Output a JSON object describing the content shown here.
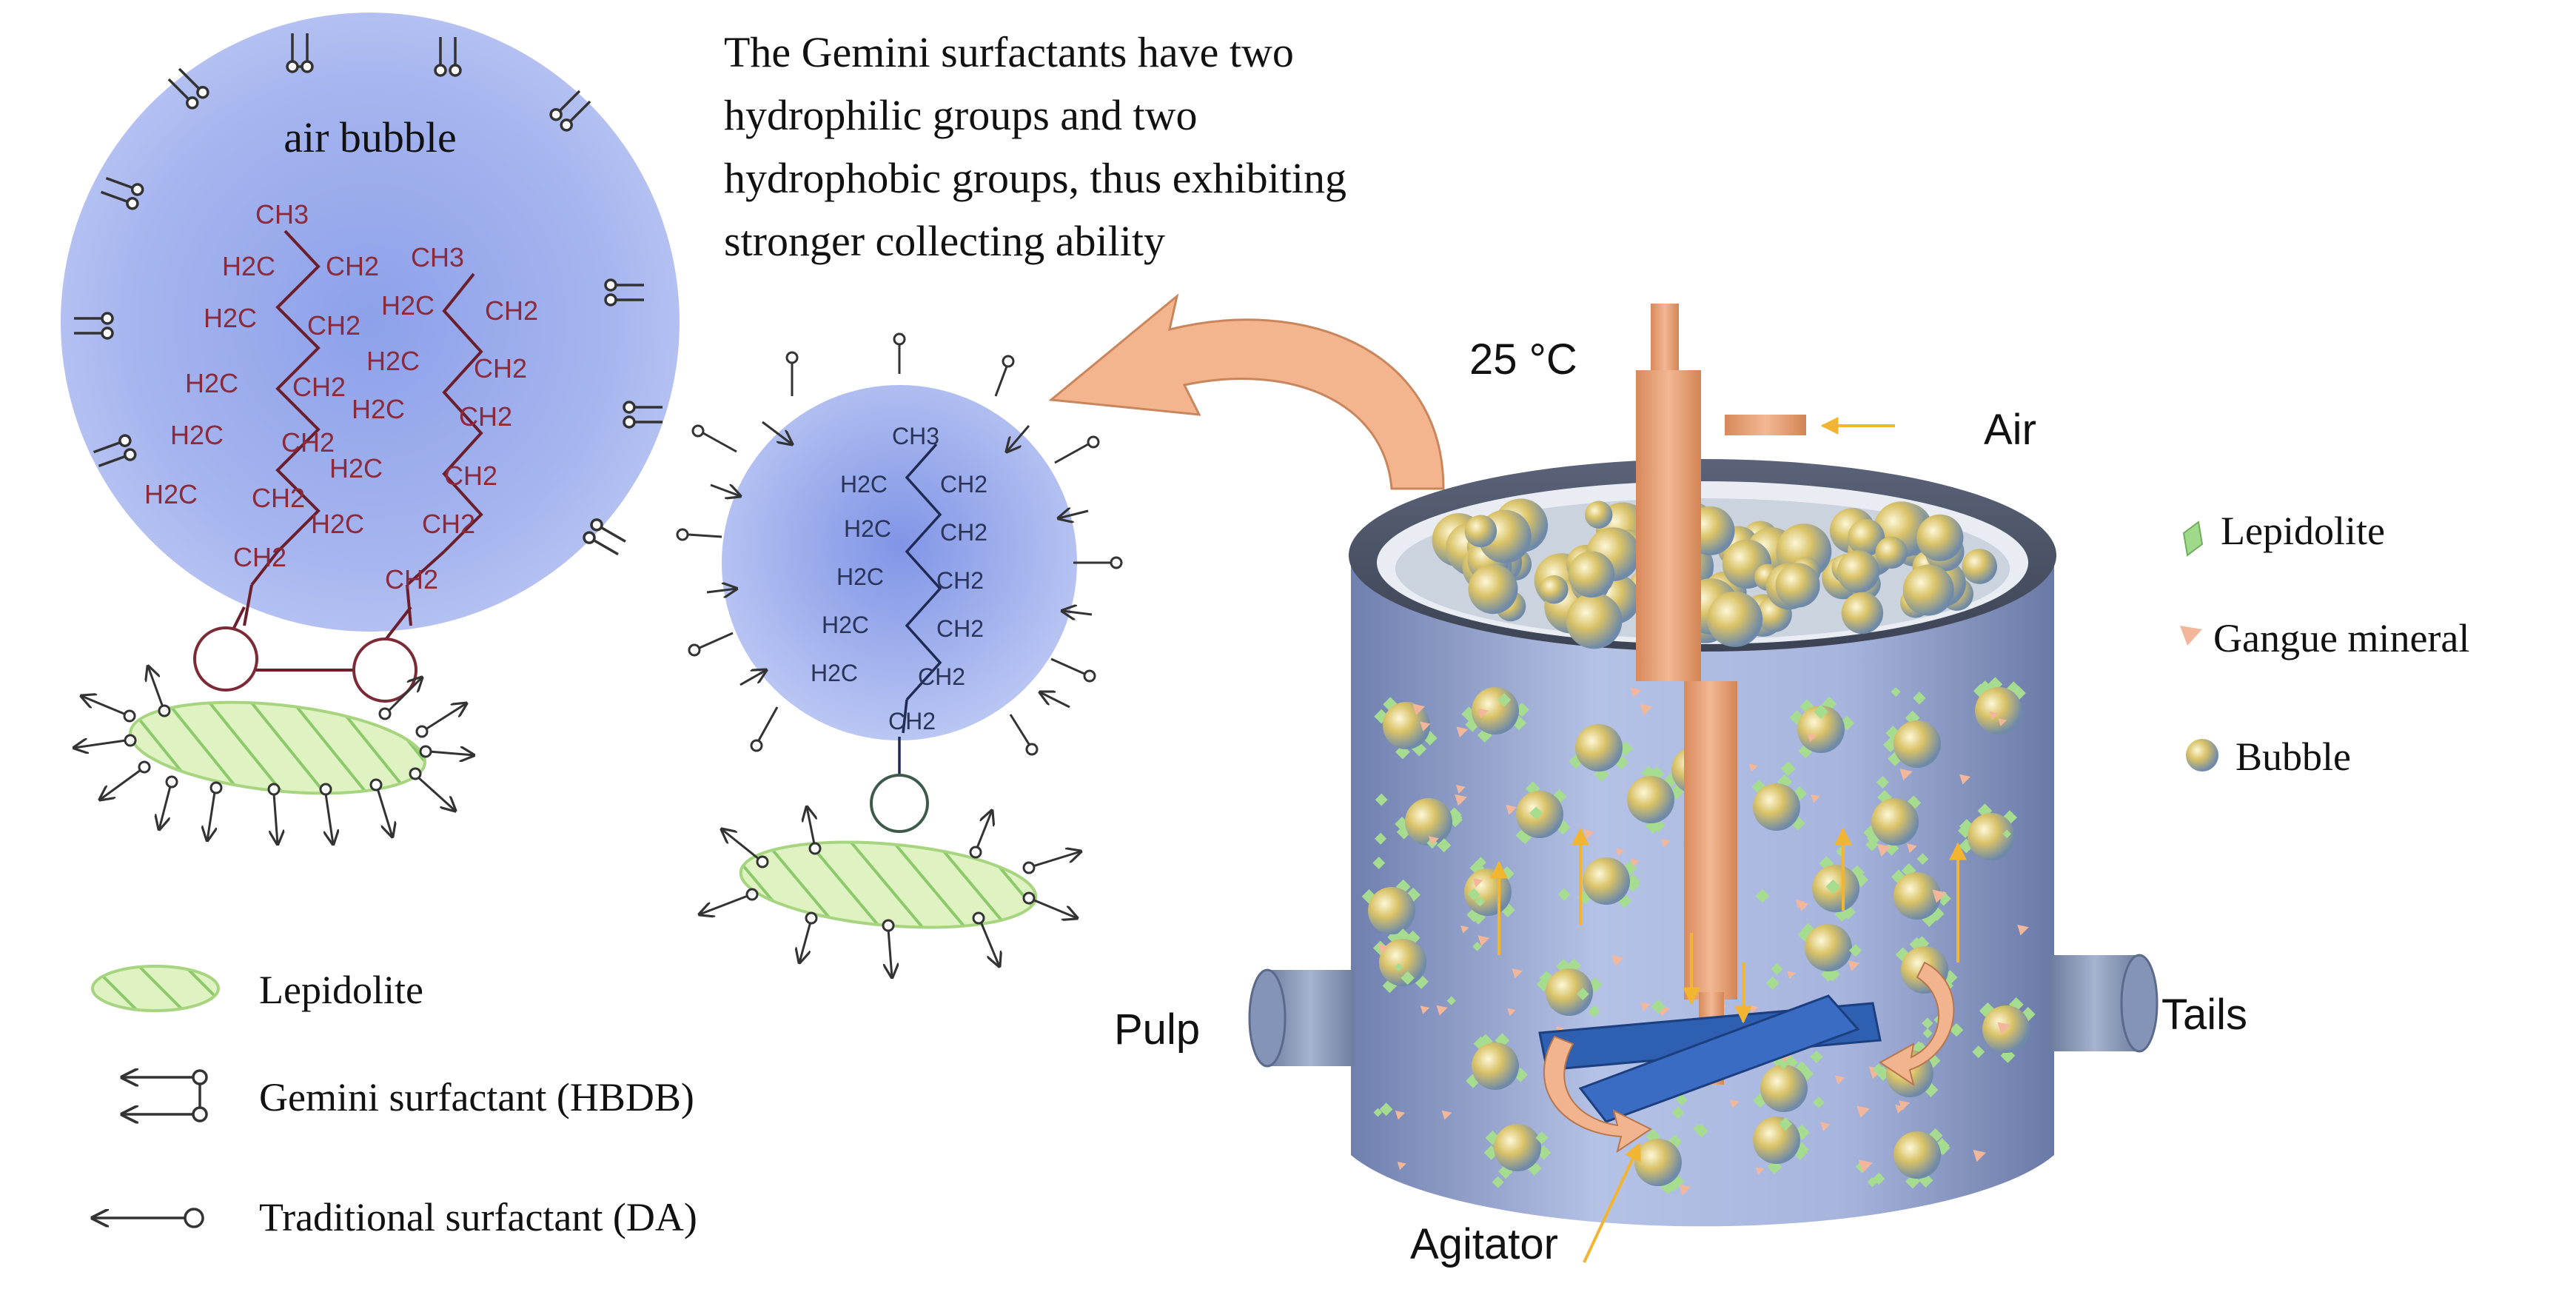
{
  "description_text": {
    "line1": "The Gemini surfactants have two",
    "line2": "hydrophilic groups and two",
    "line3": "hydrophobic groups, thus exhibiting",
    "line4": "stronger collecting ability"
  },
  "left_bubble": {
    "label": "air bubble",
    "chain_a": [
      "CH3",
      "H2C",
      "CH2",
      "H2C",
      "CH2",
      "H2C",
      "CH2",
      "H2C",
      "CH2",
      "H2C",
      "CH2",
      "CH2"
    ],
    "chain_b": [
      "CH3",
      "H2C",
      "CH2",
      "H2C",
      "CH2",
      "H2C",
      "CH2",
      "H2C",
      "CH2",
      "H2C",
      "CH2",
      "CH2"
    ]
  },
  "mid_bubble": {
    "chain": [
      "CH3",
      "H2C",
      "CH2",
      "H2C",
      "CH2",
      "H2C",
      "CH2",
      "H2C",
      "CH2",
      "H2C",
      "CH2",
      "CH2"
    ]
  },
  "cell": {
    "temperature": "25 °C",
    "air_label": "Air",
    "pulp_label": "Pulp",
    "tails_label": "Tails",
    "agitator_label": "Agitator"
  },
  "legend_right": {
    "items": [
      {
        "label": "Lepidolite",
        "color": "#9fd98a"
      },
      {
        "label": "Gangue mineral",
        "color": "#f2b79a"
      },
      {
        "label": "Bubble",
        "color": "#c7b25a"
      }
    ]
  },
  "legend_left": {
    "items": [
      {
        "label": "Lepidolite"
      },
      {
        "label": "Gemini surfactant (HBDB)"
      },
      {
        "label": "Traditional  surfactant (DA)"
      }
    ]
  },
  "colors": {
    "bubble_fill": "#a9b8ef",
    "lepidolite_fill": "#d9f0b8",
    "tank_body": "#8a9ac4",
    "shaft": "#e8a77e",
    "agitator": "#2f5fb0"
  }
}
